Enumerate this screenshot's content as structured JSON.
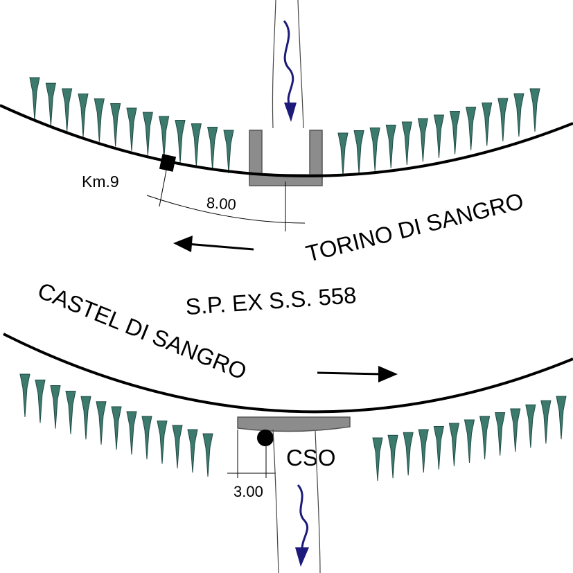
{
  "labels": {
    "km_marker": "Km.9",
    "distance_top": "8.00",
    "town_right": "TORINO DI SANGRO",
    "road_name": "S.P. EX S.S. 558",
    "town_left": "CASTEL DI SANGRO",
    "cso": "CSO",
    "distance_bottom": "3.00"
  },
  "colors": {
    "vegetation": "#3d7a6e",
    "vegetation_dark": "#1f4b43",
    "structure": "#8c8c8c",
    "structure_stroke": "#555555",
    "flow_arrow": "#1c1a7a",
    "line": "#000000"
  },
  "icons": {
    "vegetation": "grass-tuft-icon",
    "flow": "flow-arrow-icon",
    "direction": "direction-arrow-icon",
    "km_marker": "km-marker-icon",
    "manhole": "manhole-icon"
  }
}
